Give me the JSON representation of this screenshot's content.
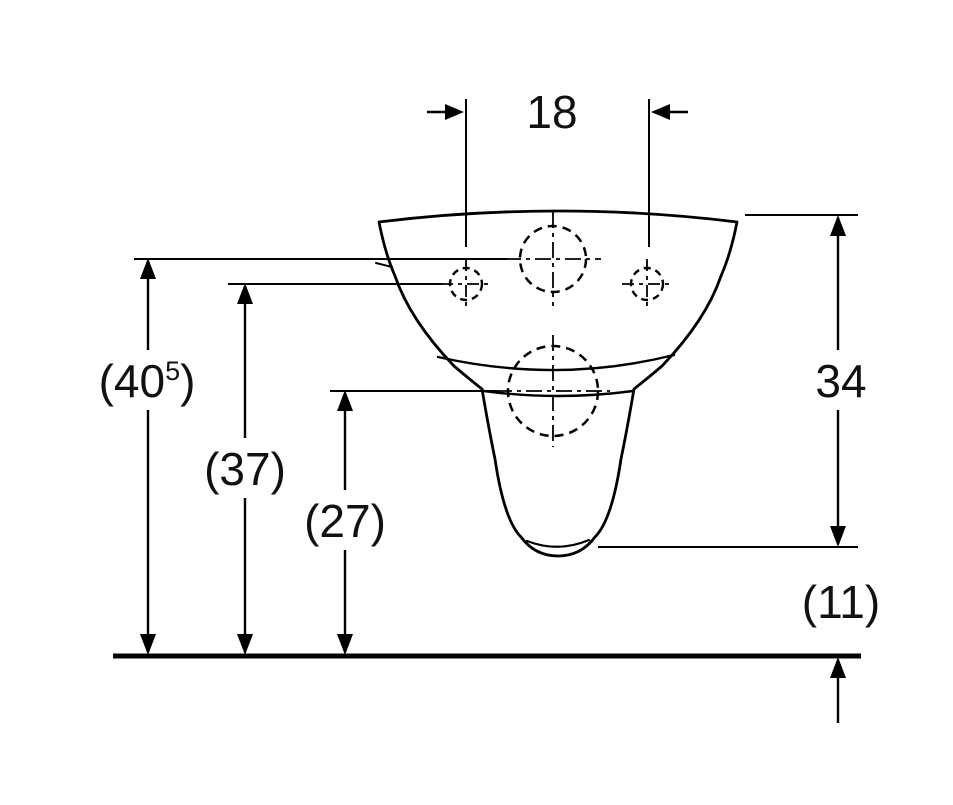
{
  "drawing": {
    "type": "technical-dimension-drawing",
    "subject": "wall-hung-toilet-rear-view"
  },
  "colors": {
    "line": "#000000",
    "text": "#111111",
    "background": "#ffffff"
  },
  "labels": {
    "hole_spacing": "18",
    "right_height": "34",
    "total_height_open": "(40",
    "total_height_sup": "5",
    "total_height_close": ")",
    "upper_holes_height": "(37)",
    "drain_height": "(27)",
    "floor_clearance": "(11)"
  }
}
